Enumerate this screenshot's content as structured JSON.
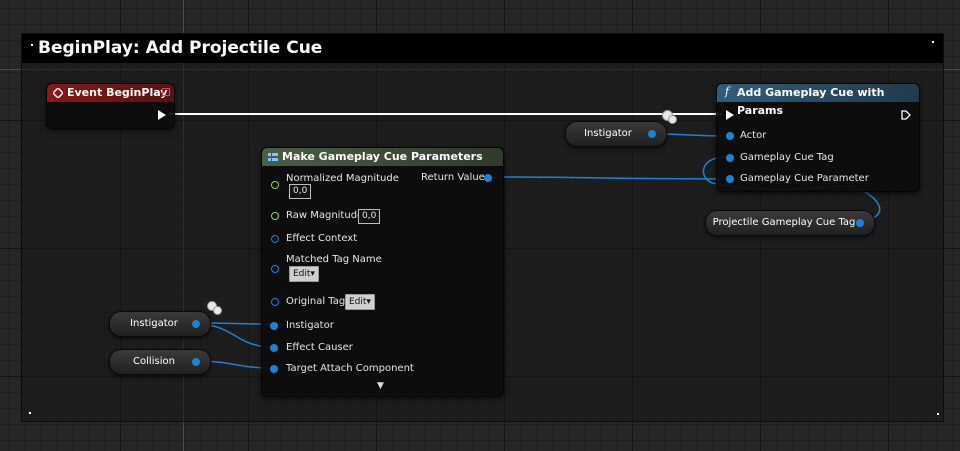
{
  "comment": {
    "title": "BeginPlay: Add Projectile Cue"
  },
  "event_node": {
    "title": "Event BeginPlay"
  },
  "func_node": {
    "title": "Add Gameplay Cue with Params",
    "icon": "f",
    "pins": {
      "actor": "Actor",
      "cue_tag": "Gameplay Cue Tag",
      "cue_param": "Gameplay Cue Parameter"
    }
  },
  "make_node": {
    "title": "Make Gameplay Cue Parameters",
    "pins": {
      "normalized_magnitude": "Normalized Magnitude",
      "normalized_value": "0,0",
      "raw_magnitude": "Raw Magnitude",
      "raw_value": "0,0",
      "effect_context": "Effect Context",
      "matched_tag_name": "Matched Tag Name",
      "matched_edit": "Edit▾",
      "original_tag": "Original Tag",
      "original_edit": "Edit▾",
      "instigator": "Instigator",
      "effect_causer": "Effect Causer",
      "target_attach": "Target Attach Component",
      "return_value": "Return Value"
    },
    "expand_arrow": "▼"
  },
  "vars": {
    "instigator_top": "Instigator",
    "instigator_left": "Instigator",
    "collision": "Collision",
    "projectile_tag": "Projectile Gameplay Cue Tag"
  },
  "colors": {
    "event_header": "#8a1717",
    "func_header": "#2f5d7a",
    "make_header": "#4b5e46",
    "object_pin": "#1b83d6",
    "float_pin": "#9cd05a",
    "exec_wire": "#ffffff"
  }
}
